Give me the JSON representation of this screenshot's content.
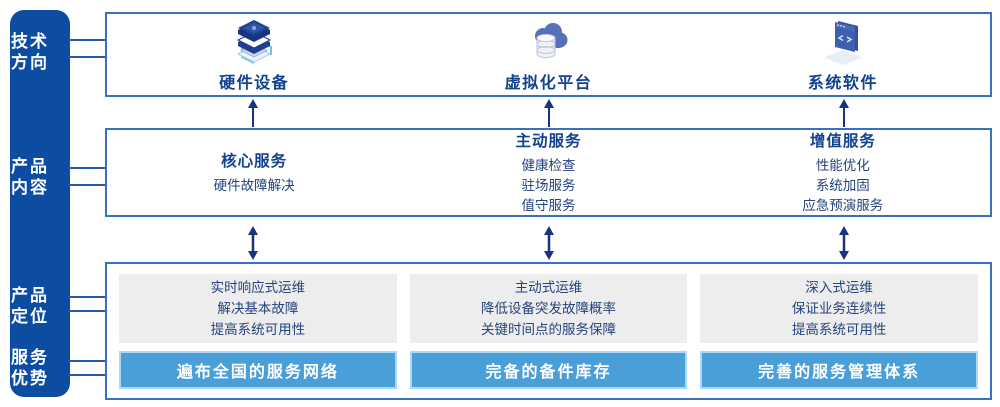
{
  "colors": {
    "sidebar_bg": "#0c4da2",
    "box_border": "#3a71be",
    "title_navy": "#12418f",
    "text_navy": "#26437d",
    "arrow_navy": "#16337f",
    "bar_blue": "#4b9fd9",
    "bar_border": "#aed9f4",
    "gray_panel": "#ededed",
    "connector_blue": "#1d5cb4"
  },
  "sidebar": {
    "labels": [
      {
        "line1": "技术",
        "line2": "方向"
      },
      {
        "line1": "产品",
        "line2": "内容"
      },
      {
        "line1": "产品",
        "line2": "定位"
      },
      {
        "line1": "服务",
        "line2": "优势"
      }
    ]
  },
  "tech_direction": {
    "items": [
      {
        "label": "硬件设备",
        "icon": "server-stack-icon"
      },
      {
        "label": "虚拟化平台",
        "icon": "cloud-database-icon"
      },
      {
        "label": "系统软件",
        "icon": "code-window-icon"
      }
    ]
  },
  "product_content": {
    "columns": [
      {
        "title": "核心服务",
        "items": [
          "硬件故障解决"
        ]
      },
      {
        "title": "主动服务",
        "items": [
          "健康检查",
          "驻场服务",
          "值守服务"
        ]
      },
      {
        "title": "增值服务",
        "items": [
          "性能优化",
          "系统加固",
          "应急预演服务"
        ]
      }
    ]
  },
  "positioning": {
    "columns": [
      {
        "points": [
          "实时响应式运维",
          "解决基本故障",
          "提高系统可用性"
        ],
        "advantage": "遍布全国的服务网络"
      },
      {
        "points": [
          "主动式运维",
          "降低设备突发故障概率",
          "关键时间点的服务保障"
        ],
        "advantage": "完备的备件库存"
      },
      {
        "points": [
          "深入式运维",
          "保证业务连续性",
          "提高系统可用性"
        ],
        "advantage": "完善的服务管理体系"
      }
    ]
  }
}
